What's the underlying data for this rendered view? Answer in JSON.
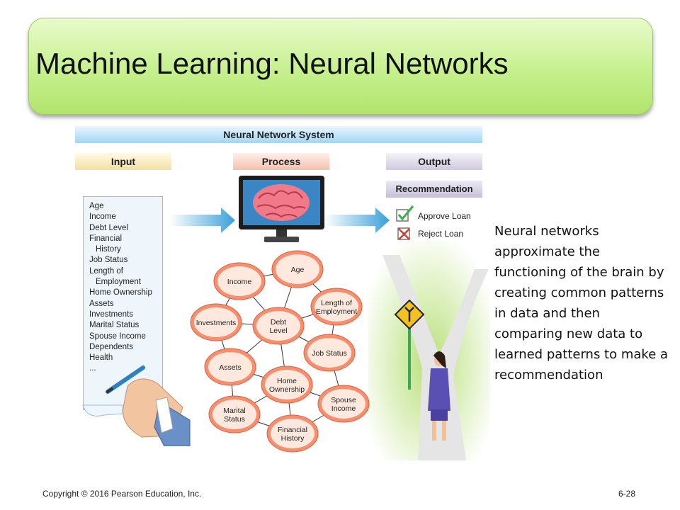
{
  "slide": {
    "title": "Machine Learning: Neural Networks",
    "side_text": "Neural networks approximate the functioning of the brain by creating common patterns in data and then comparing new data to learned patterns to make a recommendation",
    "footer_left": "Copyright © 2016 Pearson Education, Inc.",
    "footer_right": "6-28"
  },
  "diagram": {
    "system_header": "Neural Network System",
    "columns": {
      "input": "Input",
      "process": "Process",
      "output": "Output"
    },
    "recommendation_header": "Recommendation",
    "input_items": [
      {
        "text": "Age",
        "indent": false
      },
      {
        "text": "Income",
        "indent": false
      },
      {
        "text": "Debt Level",
        "indent": false
      },
      {
        "text": "Financial",
        "indent": false
      },
      {
        "text": "History",
        "indent": true
      },
      {
        "text": "Job Status",
        "indent": false
      },
      {
        "text": "Length of",
        "indent": false
      },
      {
        "text": "Employment",
        "indent": true
      },
      {
        "text": "Home Ownership",
        "indent": false
      },
      {
        "text": "Assets",
        "indent": false
      },
      {
        "text": "Investments",
        "indent": false
      },
      {
        "text": "Marital Status",
        "indent": false
      },
      {
        "text": "Spouse Income",
        "indent": false
      },
      {
        "text": "Dependents",
        "indent": false
      },
      {
        "text": "Health",
        "indent": false
      },
      {
        "text": "...",
        "indent": false
      }
    ],
    "outputs": {
      "approve": "Approve Loan",
      "reject": "Reject Loan"
    },
    "nodes": [
      {
        "id": "age",
        "label": "Age"
      },
      {
        "id": "income",
        "label": "Income"
      },
      {
        "id": "length",
        "label": "Length of|Employment"
      },
      {
        "id": "investments",
        "label": "Investments"
      },
      {
        "id": "debt",
        "label": "Debt|Level"
      },
      {
        "id": "job",
        "label": "Job Status"
      },
      {
        "id": "assets",
        "label": "Assets"
      },
      {
        "id": "home",
        "label": "Home|Ownership"
      },
      {
        "id": "spouse",
        "label": "Spouse|Income"
      },
      {
        "id": "marital",
        "label": "Marital|Status"
      },
      {
        "id": "financial",
        "label": "Financial|History"
      }
    ],
    "edges": [
      [
        "income",
        "age"
      ],
      [
        "age",
        "length"
      ],
      [
        "age",
        "debt"
      ],
      [
        "income",
        "debt"
      ],
      [
        "investments",
        "debt"
      ],
      [
        "investments",
        "income"
      ],
      [
        "debt",
        "job"
      ],
      [
        "length",
        "job"
      ],
      [
        "debt",
        "assets"
      ],
      [
        "debt",
        "home"
      ],
      [
        "assets",
        "home"
      ],
      [
        "assets",
        "marital"
      ],
      [
        "home",
        "spouse"
      ],
      [
        "job",
        "spouse"
      ],
      [
        "home",
        "marital"
      ],
      [
        "home",
        "financial"
      ],
      [
        "marital",
        "financial"
      ],
      [
        "financial",
        "spouse"
      ],
      [
        "investments",
        "assets"
      ],
      [
        "length",
        "debt"
      ]
    ],
    "colors": {
      "node_fill": "#f58f6e",
      "node_stroke": "#ffffff",
      "arrow": "#3aa0d8"
    }
  }
}
